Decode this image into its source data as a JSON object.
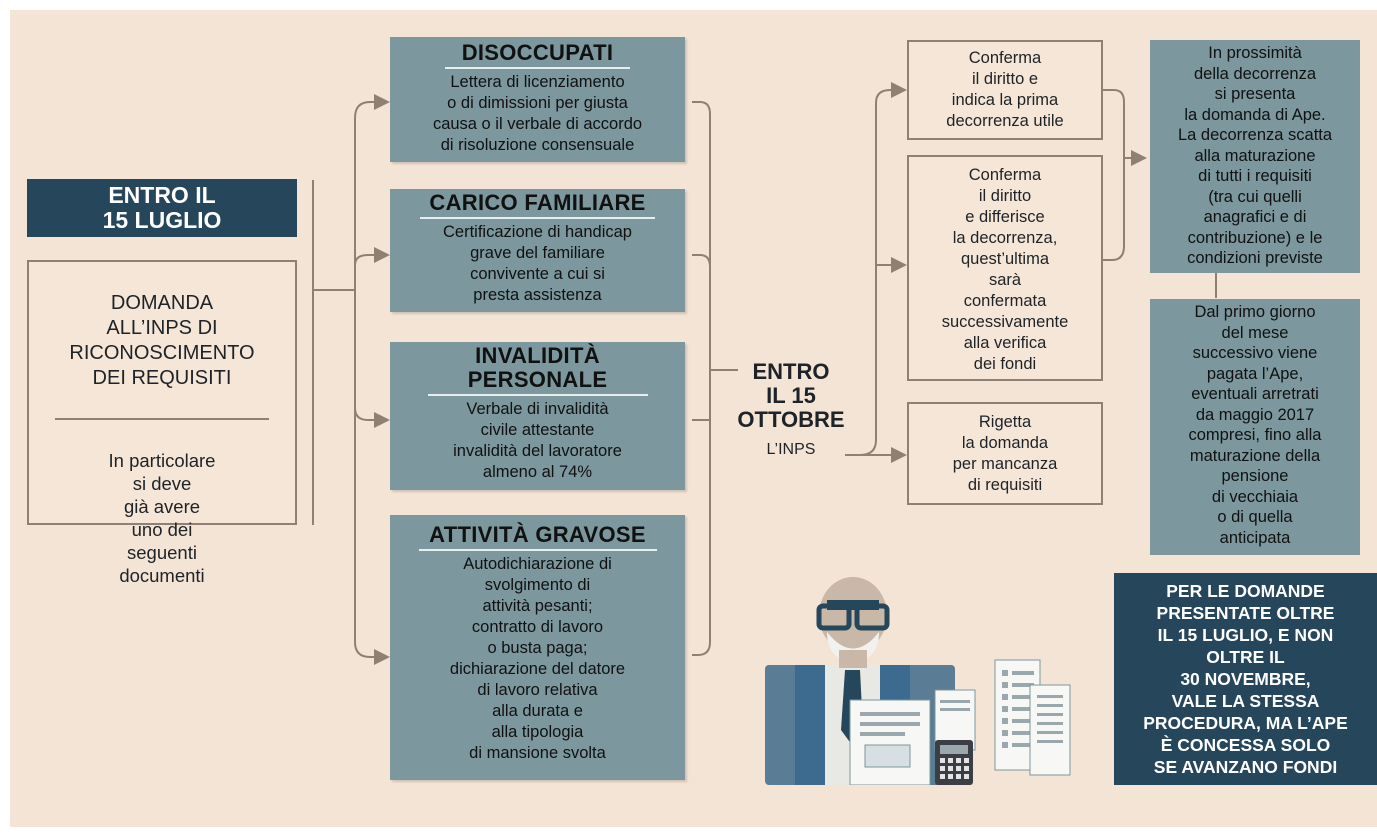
{
  "left": {
    "deadline": "ENTRO IL\n15 LUGLIO",
    "request_title": "DOMANDA\nALL’INPS DI\nRICONOSCIMENTO\nDEI REQUISITI",
    "request_body": "In particolare\nsi deve\ngià avere\nuno dei\nseguenti\ndocumenti"
  },
  "categories": [
    {
      "title": "DISOCCUPATI",
      "body": "Lettera di licenziamento\no di dimissioni per giusta\ncausa o  il verbale di accordo\ndi risoluzione consensuale"
    },
    {
      "title": "CARICO FAMILIARE",
      "body": "Certificazione  di handicap\ngrave del familiare\nconvivente a cui si\npresta assistenza"
    },
    {
      "title": "INVALIDITÀ\nPERSONALE",
      "body": "Verbale di invalidità\ncivile attestante\ninvalidità del lavoratore\nalmeno al 74%"
    },
    {
      "title": "ATTIVITÀ GRAVOSE",
      "body": "Autodichiarazione di\nsvolgimento di\nattività pesanti;\ncontratto di lavoro\no busta paga;\ndichiarazione del datore\ndi lavoro relativa\nalla durata e\nalla tipologia\ndi mansione svolta"
    }
  ],
  "center": {
    "deadline": "ENTRO\nIL 15\nOTTOBRE",
    "subject": "L’INPS"
  },
  "outcomes": [
    "Conferma\nil diritto e\nindica la prima\ndecorrenza utile",
    "Conferma\nil diritto\ne differisce\nla decorrenza,\nquest’ultima\nsarà\nconfermata\nsuccessivamente\nalla verifica\ndei fondi",
    "Rigetta\nla domanda\nper mancanza\ndi requisiti"
  ],
  "right": {
    "step1": "In prossimità\ndella decorrenza\nsi presenta\nla domanda di Ape.\nLa decorrenza scatta\nalla maturazione\ndi tutti i requisiti\n(tra cui quelli\nanagrafici e di\ncontribuzione) e le\ncondizioni previste",
    "step2": "Dal primo giorno\ndel mese\nsuccessivo viene\npagata l’Ape,\neventuali arretrati\nda maggio 2017\ncompresi, fino alla\nmaturazione della\npensione\ndi vecchiaia\no di quella\nanticipata",
    "note": "PER LE DOMANDE\nPRESENTATE OLTRE\nIL 15 LUGLIO, E NON\nOLTRE IL\n30 NOVEMBRE,\nVALE LA STESSA\nPROCEDURA, MA L’APE\nÈ CONCESSA SOLO\nSE AVANZANO FONDI"
  },
  "colors": {
    "background": "#f4e4d6",
    "navy": "#25465b",
    "teal": "#7c979d",
    "connector": "#8f8073"
  }
}
